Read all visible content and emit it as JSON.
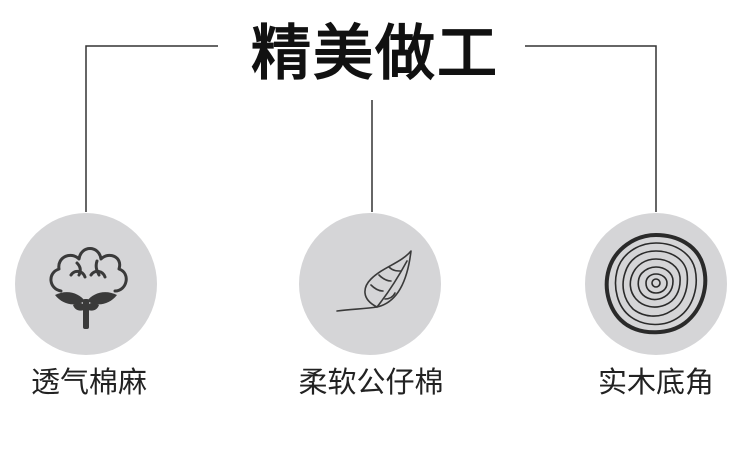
{
  "title": "精美做工",
  "features": [
    {
      "label": "透气棉麻",
      "icon": "cotton-icon"
    },
    {
      "label": "柔软公仔棉",
      "icon": "feather-icon"
    },
    {
      "label": "实木底角",
      "icon": "wood-rings-icon"
    }
  ],
  "colors": {
    "circle": "#d5d5d7",
    "icon": "#3a3a3a",
    "line": "#333333",
    "text": "#222222"
  }
}
